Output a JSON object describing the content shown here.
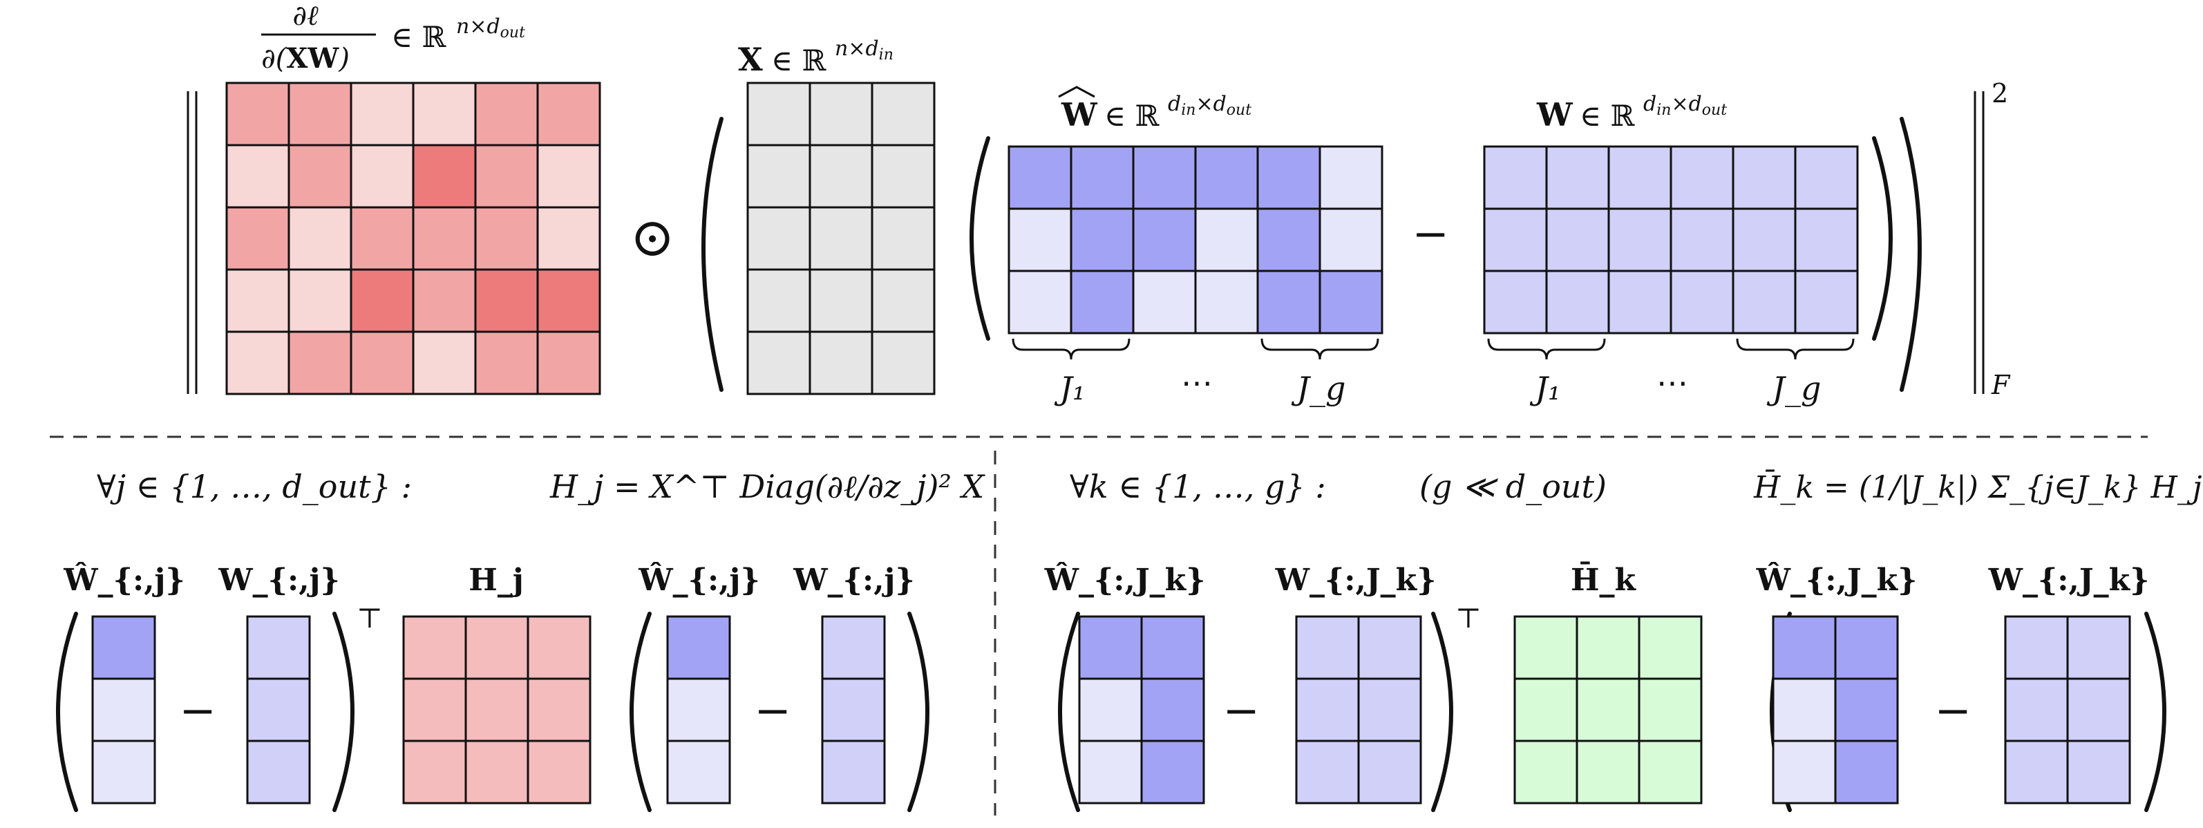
{
  "colors": {
    "red": [
      "#f8d7d7",
      "#f2a5a5",
      "#ee7b7b"
    ],
    "gray": "#e6e6e6",
    "blue": [
      "#e6e6fb",
      "#a3a3f5"
    ],
    "lavender": "#d0d0f8",
    "pink": "#f4bcbc",
    "green": "#d7fbd7"
  },
  "top": {
    "grad_label": "∂ℓ/∂(XW) ∈ ℝ^{n×d_out}",
    "x_label": "X ∈ ℝ^{n×d_in}",
    "what_label": "Ŵ ∈ ℝ^{d_in×d_out}",
    "w_label": "W ∈ ℝ^{d_in×d_out}",
    "odot": "⊙",
    "minus": "−",
    "norm_sup": "2",
    "norm_sub": "F",
    "group_labels": [
      "J₁",
      "⋯",
      "J_g"
    ],
    "grad_matrix": [
      [
        1,
        1,
        0,
        0,
        1,
        1
      ],
      [
        0,
        1,
        0,
        2,
        1,
        0
      ],
      [
        1,
        0,
        1,
        1,
        1,
        0
      ],
      [
        0,
        0,
        2,
        1,
        2,
        2
      ],
      [
        0,
        1,
        1,
        0,
        1,
        1
      ]
    ],
    "what_matrix": [
      [
        1,
        1,
        1,
        1,
        1,
        0
      ],
      [
        0,
        1,
        1,
        0,
        1,
        0
      ],
      [
        0,
        1,
        0,
        0,
        1,
        1
      ]
    ]
  },
  "left": {
    "quantifier": "∀j ∈ {1, …, d_out} :",
    "formula": "H_j = X^⊤ Diag(∂ℓ/∂z_j)² X",
    "labels": [
      "Ŵ_{:,j}",
      "W_{:,j}",
      "H_j",
      "Ŵ_{:,j}",
      "W_{:,j}"
    ],
    "transpose": "⊤",
    "minus": "−"
  },
  "right": {
    "quantifier": "∀k ∈ {1, …, g} :",
    "condition": "(g ≪ d_out)",
    "formula": "H̄_k = (1/|J_k|) Σ_{j∈J_k} H_j",
    "labels": [
      "Ŵ_{:,J_k}",
      "W_{:,J_k}",
      "H̄_k",
      "Ŵ_{:,J_k}",
      "W_{:,J_k}"
    ],
    "transpose": "⊤",
    "minus": "−"
  }
}
